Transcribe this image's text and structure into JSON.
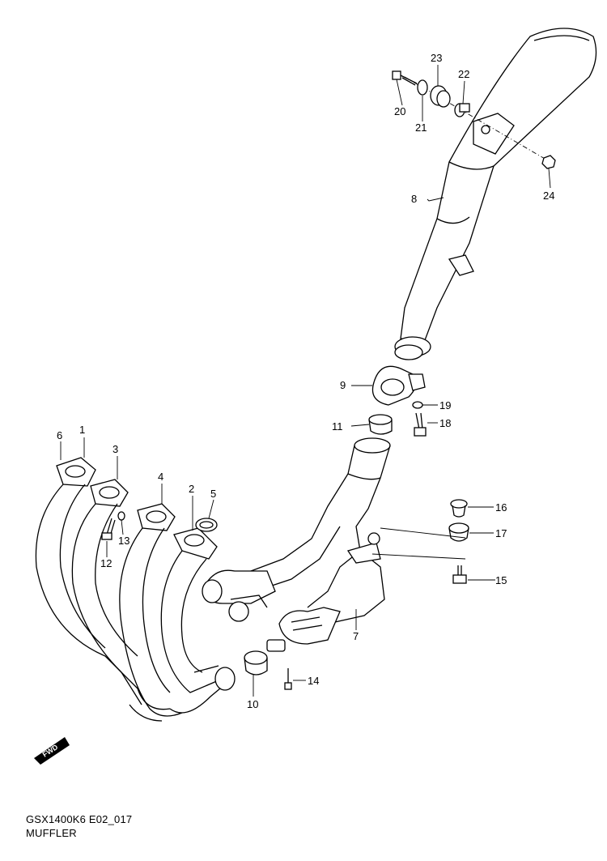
{
  "caption": {
    "model_code": "GSX1400K6 E02_017",
    "section_title": "MUFFLER"
  },
  "fwd_badge": "FWD",
  "callouts": [
    {
      "id": "1",
      "label": "1"
    },
    {
      "id": "2",
      "label": "2"
    },
    {
      "id": "3",
      "label": "3"
    },
    {
      "id": "4",
      "label": "4"
    },
    {
      "id": "5",
      "label": "5"
    },
    {
      "id": "6",
      "label": "6"
    },
    {
      "id": "7",
      "label": "7"
    },
    {
      "id": "8",
      "label": "8"
    },
    {
      "id": "9",
      "label": "9"
    },
    {
      "id": "10",
      "label": "10"
    },
    {
      "id": "11",
      "label": "11"
    },
    {
      "id": "12",
      "label": "12"
    },
    {
      "id": "13",
      "label": "13"
    },
    {
      "id": "14",
      "label": "14"
    },
    {
      "id": "15",
      "label": "15"
    },
    {
      "id": "16",
      "label": "16"
    },
    {
      "id": "17",
      "label": "17"
    },
    {
      "id": "18",
      "label": "18"
    },
    {
      "id": "19",
      "label": "19"
    },
    {
      "id": "20",
      "label": "20"
    },
    {
      "id": "21",
      "label": "21"
    },
    {
      "id": "22",
      "label": "22"
    },
    {
      "id": "23",
      "label": "23"
    },
    {
      "id": "24",
      "label": "24"
    }
  ]
}
